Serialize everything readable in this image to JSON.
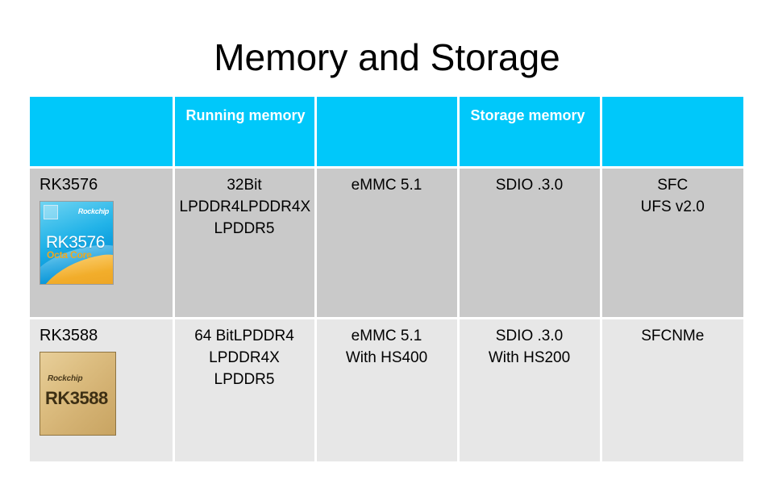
{
  "slide": {
    "title": "Memory and Storage"
  },
  "theme": {
    "header_bg": "#00c8fa",
    "header_text": "#ffffff",
    "row_a_bg": "#c9c9c9",
    "row_b_bg": "#e7e7e7",
    "page_bg": "#ffffff",
    "text": "#000000"
  },
  "table": {
    "headers": [
      "",
      "Running memory",
      "",
      "Storage memory",
      ""
    ],
    "rows": [
      {
        "name": "RK3576",
        "chip": {
          "brand": "Rockchip",
          "model": "RK3576",
          "subtitle": "Octa Core",
          "style": "blue"
        },
        "running_memory": [
          "32Bit",
          "LPDDR4LPDDR4X",
          "LPDDR5"
        ],
        "emmc": [
          "eMMC 5.1"
        ],
        "sdio": [
          "SDIO .3.0"
        ],
        "other": [
          "SFC",
          "UFS v2.0"
        ]
      },
      {
        "name": "RK3588",
        "chip": {
          "brand": "Rockchip",
          "model": "RK3588",
          "subtitle": "",
          "style": "gold"
        },
        "running_memory": [
          "64 BitLPDDR4",
          "LPDDR4X",
          "LPDDR5"
        ],
        "emmc": [
          "eMMC 5.1",
          "With HS400"
        ],
        "sdio": [
          "SDIO .3.0",
          "With HS200"
        ],
        "other": [
          "SFCNMe"
        ]
      }
    ]
  }
}
